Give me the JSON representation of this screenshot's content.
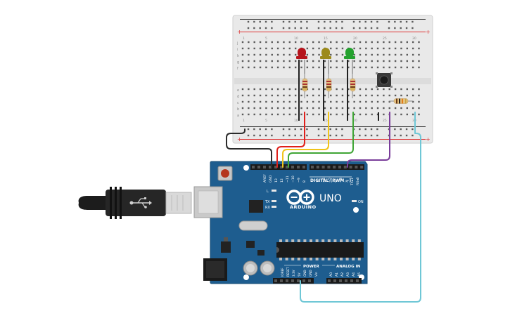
{
  "breadboard": {
    "row_letters_top": [
      "j",
      "i",
      "h",
      "g",
      "f"
    ],
    "row_letters_bottom": [
      "e",
      "d",
      "c",
      "b",
      "a"
    ],
    "column_numbers_top": [
      "1",
      "5",
      "10",
      "15",
      "20",
      "25",
      "30"
    ],
    "column_numbers_bottom": [
      "1",
      "5",
      "10",
      "15",
      "20",
      "25",
      "30"
    ],
    "rail_plus": "+",
    "rail_minus": "−"
  },
  "components": {
    "leds": [
      {
        "name": "red-led",
        "color": "#b5141b"
      },
      {
        "name": "yellow-led",
        "color": "#9c8a1a"
      },
      {
        "name": "green-led",
        "color": "#24a12f"
      }
    ],
    "button_name": "push-button",
    "resistor_name": "resistor"
  },
  "usb_cable": {
    "symbol": "usb-icon"
  },
  "arduino": {
    "brand": "ARDUINO",
    "model": "UNO",
    "digital_label": "DIGITAL (PWM ~)",
    "power_label": "POWER",
    "analog_label": "ANALOG IN",
    "on_label": "ON",
    "led_labels": [
      "L",
      "TX",
      "RX"
    ],
    "top_pins": [
      "AREF",
      "GND",
      "13",
      "12",
      "~11",
      "~10",
      "~9",
      "8",
      "7",
      "~6",
      "~5",
      "4",
      "~3",
      "2",
      "TX▸1",
      "RX◂0"
    ],
    "power_pins": [
      "IOREF",
      "RESET",
      "3.3V",
      "5V",
      "GND",
      "GND",
      "Vin"
    ],
    "analog_pins": [
      "A0",
      "A1",
      "A2",
      "A3",
      "A4",
      "A5"
    ]
  },
  "wires": [
    {
      "name": "wire-gnd",
      "color": "#2b2b2b"
    },
    {
      "name": "wire-pin13",
      "color": "#e0201b"
    },
    {
      "name": "wire-pin12",
      "color": "#f0c419"
    },
    {
      "name": "wire-pin11",
      "color": "#3fa535"
    },
    {
      "name": "wire-pin2",
      "color": "#7a3d9a"
    },
    {
      "name": "wire-5v",
      "color": "#6fc7d6"
    }
  ]
}
